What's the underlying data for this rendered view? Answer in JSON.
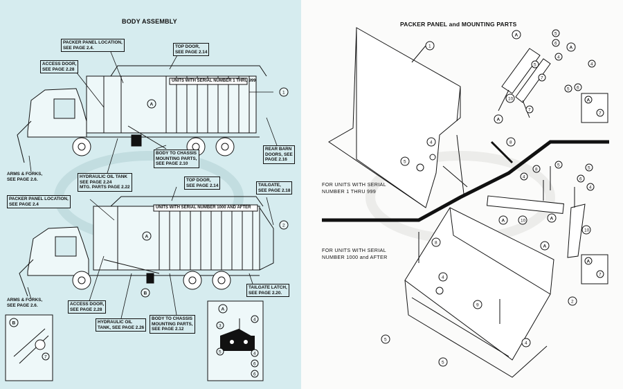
{
  "left": {
    "title": "BODY ASSEMBLY",
    "callouts": {
      "packer_top": "PACKER PANEL LOCATION,\nSEE PAGE 2.4.",
      "access_top": "ACCESS DOOR,\nSEE PAGE 2.28",
      "topdoor_top": "TOP DOOR,\nSEE PAGE 2.14",
      "serial_top": "UNITS WITH SERIAL NUMBER 1 THRU 999",
      "rear_barn": "REAR BARN\nDOORS, SEE\nPAGE 2.16",
      "arms_top": "ARMS & FORKS,\nSEE PAGE 2.6.",
      "hyd_top": "HYDRAULIC OIL TANK\nSEE PAGE 2.24\nMTG. PARTS PAGE 2.22",
      "body_chassis_top": "BODY TO CHASSIS\nMOUNTING PARTS,\nSEE PAGE 2.10",
      "topdoor_bot": "TOP DOOR,\nSEE PAGE 2.14",
      "tailgate": "TAILGATE,\nSEE PAGE 2.18",
      "packer_bot": "PACKER PANEL LOCATION,\nSEE PAGE 2.4",
      "serial_bot": "UNITS WITH SERIAL NUMBER 1000 and AFTER",
      "arms_bot": "ARMS & FORKS,\nSEE PAGE 2.6.",
      "access_bot": "ACCESS DOOR,\nSEE PAGE 2.28",
      "hyd_bot": "HYDRAULIC OIL\nTANK, SEE PAGE 2.26",
      "body_chassis_bot": "BODY TO CHASSIS\nMOUNTING PARTS,\nSEE PAGE 2.12",
      "tailgate_latch": "TAILGATE LATCH,\nSEE PAGE 2.20."
    },
    "markers": {
      "A": "A",
      "B": "B",
      "one": "1",
      "two": "2"
    },
    "detail_labels": {
      "A": "A",
      "B": "B",
      "n3": "3",
      "n4": "4",
      "n5": "5",
      "n6": "6",
      "n7": "7"
    }
  },
  "right": {
    "title": "PACKER PANEL and MOUNTING PARTS",
    "serial_a": "FOR UNITS WITH SERIAL\nNUMBER 1 THRU 999",
    "serial_b": "FOR UNITS WITH SERIAL\nNUMBER 1000 and AFTER"
  },
  "colors": {
    "left_bg": "#d6ecef",
    "right_bg": "#fbfbfa",
    "ink": "#111111"
  }
}
